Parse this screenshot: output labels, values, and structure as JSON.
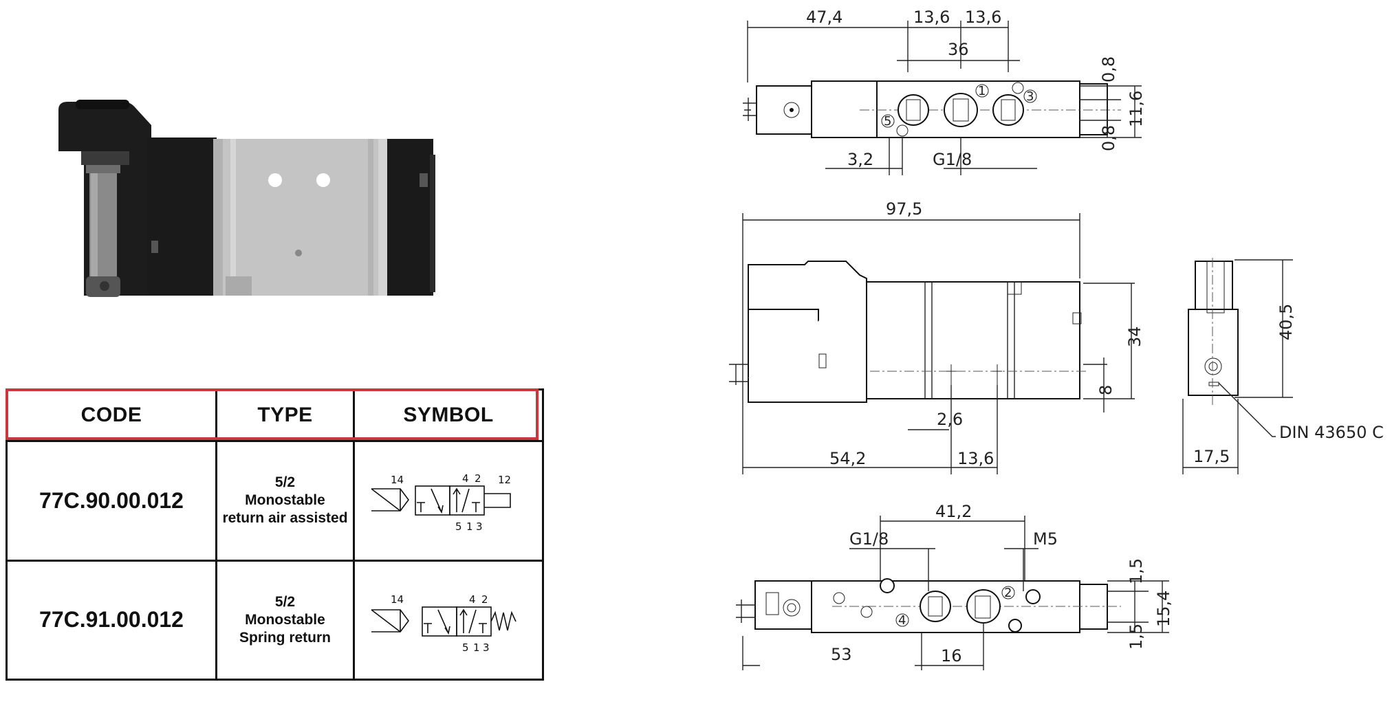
{
  "table": {
    "headers": [
      "CODE",
      "TYPE",
      "SYMBOL"
    ],
    "rows": [
      {
        "code": "77C.90.00.012",
        "type_line1": "5/2",
        "type_line2": "Monostable",
        "type_line3": "return air assisted"
      },
      {
        "code": "77C.91.00.012",
        "type_line1": "5/2",
        "type_line2": "Monostable",
        "type_line3": "Spring return"
      }
    ],
    "symbol_labels": {
      "pilot": "14",
      "right_pilot": "12",
      "ports_top": [
        "4",
        "2"
      ],
      "ports_bottom": [
        "5",
        "1",
        "3"
      ]
    },
    "header_highlight_color": "#c8383d"
  },
  "drawing": {
    "top_view": {
      "dims": [
        "47,4",
        "13,6",
        "13,6",
        "36",
        "0,8",
        "11,6",
        "0,8",
        "3,2",
        "G1/8"
      ],
      "port_numbers": [
        "1",
        "3",
        "5"
      ]
    },
    "side_view": {
      "dims": [
        "97,5",
        "34",
        "8",
        "2,6",
        "54,2",
        "13,6"
      ]
    },
    "end_view": {
      "dims": [
        "40,5",
        "17,5"
      ],
      "connector_label": "DIN 43650 C"
    },
    "bottom_view": {
      "dims": [
        "41,2",
        "G1/8",
        "M5",
        "1,5",
        "15,4",
        "1,5",
        "53",
        "16"
      ],
      "port_numbers": [
        "2",
        "4"
      ]
    }
  },
  "colors": {
    "body_dark": "#1a1a1a",
    "body_alu": "#c4c4c4",
    "accent": "#c8383d"
  }
}
